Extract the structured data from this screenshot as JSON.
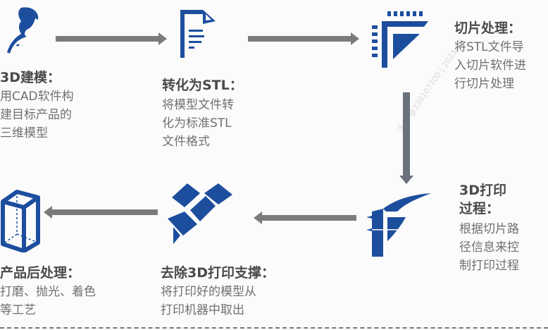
{
  "colors": {
    "icon_blue": "#1d4e9e",
    "arrow_gray": "#7b7b7b"
  },
  "steps": [
    {
      "icon": "person-modeling-icon",
      "title": "3D建模：",
      "lines": [
        "用CAD软件构",
        "建目标产品的",
        "三维模型"
      ]
    },
    {
      "icon": "stl-document-icon",
      "title": "转化为STL：",
      "lines": [
        "将模型文件转",
        "化为标准STL",
        "文件格式"
      ]
    },
    {
      "icon": "slicing-icon",
      "title": "切片处理：",
      "lines": [
        "将STL文件导",
        "入切片软件进",
        "行切片处理"
      ]
    },
    {
      "icon": "printer-nozzle-icon",
      "title_lines": [
        "3D打印",
        "过程："
      ],
      "lines": [
        "根据切片路",
        "径信息来控",
        "制打印过程"
      ]
    },
    {
      "icon": "support-removal-icon",
      "title": "去除3D打印支撑：",
      "lines": [
        "将打印好的模型从",
        "打印机器中取出"
      ]
    },
    {
      "icon": "cube-icon",
      "title": "产品后处理：",
      "lines": [
        "打磨、抛光、着色",
        "等工艺"
      ]
    }
  ],
  "watermark": "头条 @330107700 | 2023-03"
}
